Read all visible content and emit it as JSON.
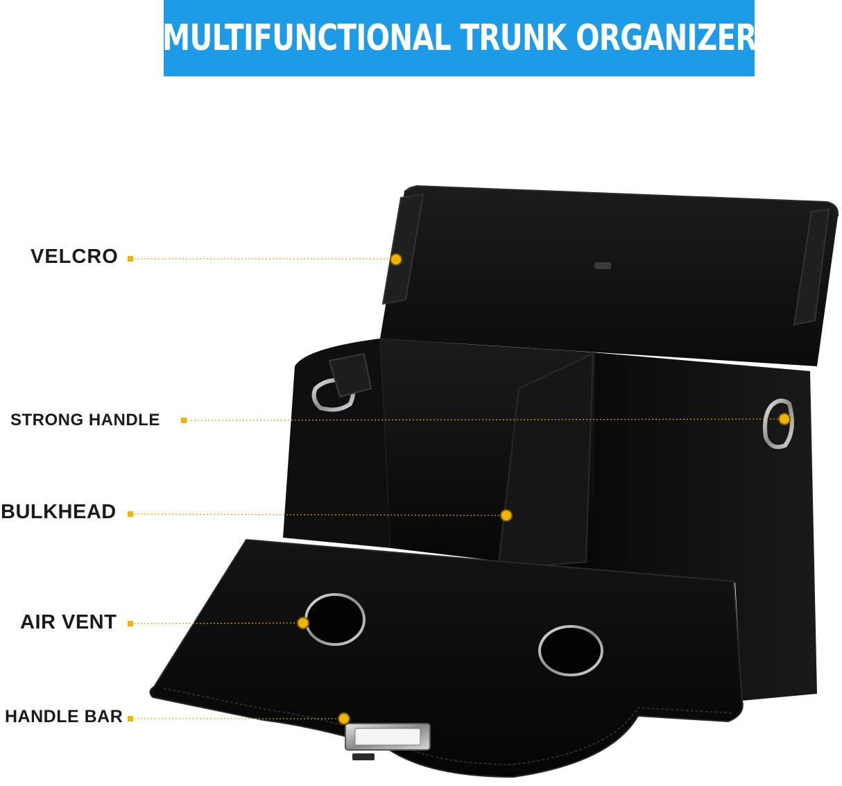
{
  "banner": {
    "title": "MULTIFUNCTIONAL TRUNK ORGANIZER",
    "background_color": "#1e9be6",
    "text_color": "#ffffff"
  },
  "product": {
    "image": "black-collapsible-trunk-organizer-with-lid-and-dividers",
    "body_color": "#0d0d0d",
    "callout_color": "#f0b400"
  },
  "callouts": [
    {
      "label": "VELCRO"
    },
    {
      "label": "STRONG HANDLE"
    },
    {
      "label": "BULKHEAD"
    },
    {
      "label": "AIR VENT"
    },
    {
      "label": "HANDLE BAR"
    }
  ]
}
